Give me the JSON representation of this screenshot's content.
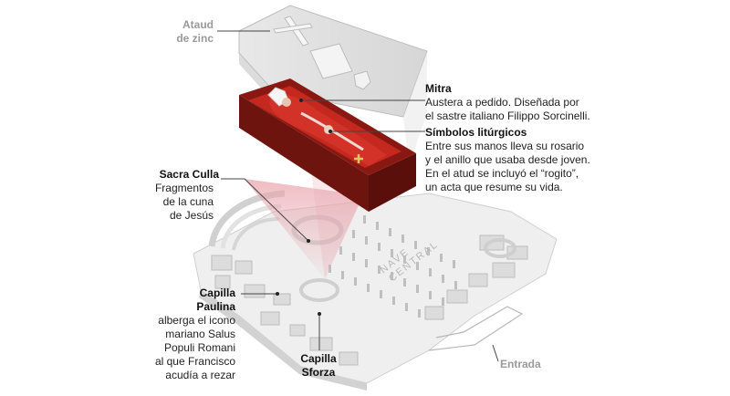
{
  "labels": {
    "ataud": "Ataud\nde zinc",
    "mitra_title": "Mitra",
    "mitra_body": "Austera a pedido. Diseñada por\nel sastre italiano Filippo Sorcinelli.",
    "simbolos_title": "Símbolos litúrgicos",
    "simbolos_body": "Entre sus manos lleva su rosario\ny el anillo que usaba desde joven.\nEn el atud se incluyó el “rogito”,\nun acta que resume su vida.",
    "sacra_title": "Sacra Culla",
    "sacra_body": "Fragmentos\nde la cuna\nde Jesús",
    "paulina_title": "Capilla\nPaulina",
    "paulina_body": "alberga el icono\nmariano Salus\nPopuli Romani\nal que Francisco\nacudía a rezar",
    "sforza_title": "Capilla\nSforza",
    "nave": "NAVE\nCENTRAL",
    "entrada": "Entrada"
  },
  "colors": {
    "coffin_red": "#b3221a",
    "coffin_dark": "#6e140f",
    "beam_pink": "#e9a6ae",
    "floor_light": "#eeeeee",
    "floor_wall": "#c9c9c9",
    "zinc": "#dcdcdc",
    "leader": "#444444"
  }
}
